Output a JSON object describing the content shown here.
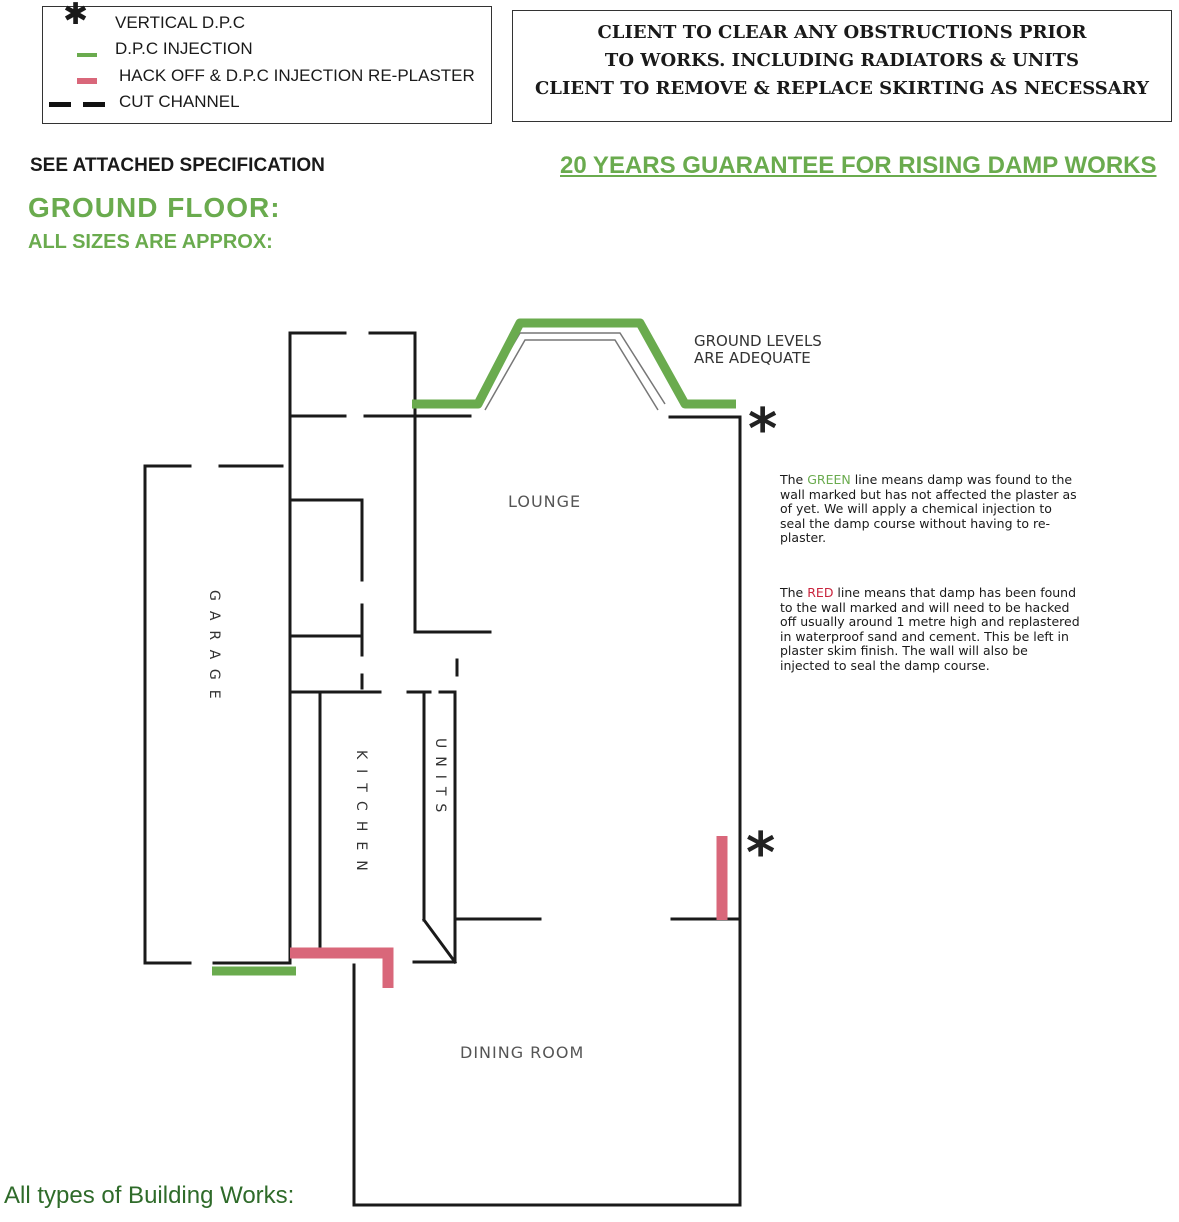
{
  "legend": {
    "items": [
      {
        "symbol": "asterisk",
        "label": "VERTICAL D.P.C"
      },
      {
        "symbol": "green-line",
        "label": "D.P.C INJECTION"
      },
      {
        "symbol": "red-line",
        "label": "HACK OFF & D.P.C INJECTION RE-PLASTER"
      },
      {
        "symbol": "dashed-black",
        "label": "CUT CHANNEL"
      }
    ]
  },
  "notice": {
    "line1": "CLIENT TO CLEAR ANY OBSTRUCTIONS PRIOR",
    "line2": "TO WORKS. INCLUDING RADIATORS & UNITS",
    "line3": "CLIENT TO REMOVE & REPLACE SKIRTING AS NECESSARY"
  },
  "see_spec": "SEE ATTACHED SPECIFICATION",
  "guarantee": "20 YEARS GUARANTEE FOR RISING DAMP WORKS",
  "floor_title": "GROUND  FLOOR:",
  "sizes_note": "ALL SIZES ARE APPROX:",
  "ground_levels": {
    "line1": "GROUND LEVELS",
    "line2": "ARE ADEQUATE"
  },
  "rooms": {
    "lounge": "LOUNGE",
    "garage": "GARAGE",
    "kitchen": "KITCHEN",
    "units": "UNITS",
    "dining": "DINING ROOM"
  },
  "notes": {
    "green_prefix": "The ",
    "green_word": "GREEN",
    "green_text": " line means damp was found to the wall marked but has not affected the plaster as of yet. We will apply a chemical injection to seal the damp course without having to re-plaster.",
    "red_prefix": "The ",
    "red_word": "RED",
    "red_text": " line means that damp has been found to the wall marked and will need to be hacked off usually around 1 metre high and replastered in waterproof sand and cement. This be left in plaster skim finish. The wall will also be injected to seal the damp course."
  },
  "footer": "All types of Building Works:",
  "colors": {
    "green": "#6aab4e",
    "red": "#d9677a",
    "wall": "#1a1a1a"
  }
}
